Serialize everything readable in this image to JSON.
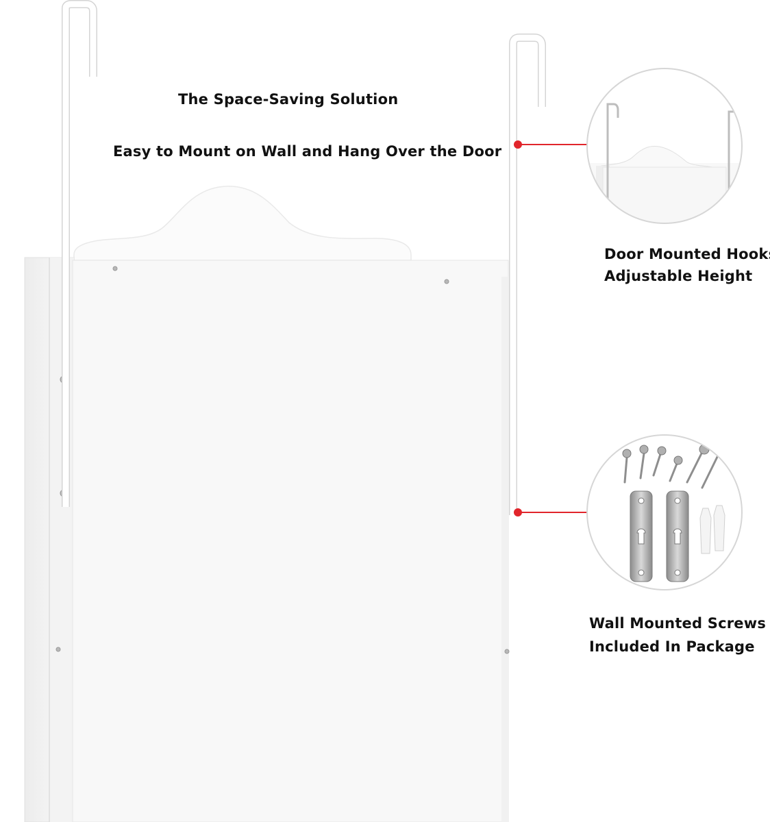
{
  "headline": {
    "title": "The Space-Saving Solution",
    "subtitle": "Easy to Mount on Wall and Hang Over the Door"
  },
  "callouts": [
    {
      "lines": [
        "Door Mounted Hooks",
        "Adjustable Height"
      ],
      "icon": "hook-detail-icon"
    },
    {
      "lines": [
        "Wall Mounted Screws",
        "Included In Package"
      ],
      "icon": "screw-kit-icon"
    }
  ],
  "colors": {
    "background": "#ffffff",
    "cabinet": "#f7f7f7",
    "hook": "#ffffff",
    "pointer": "#e1252b",
    "circle_border": "#d6d6d6",
    "metal": "#a8a8a8",
    "text": "#111111"
  }
}
